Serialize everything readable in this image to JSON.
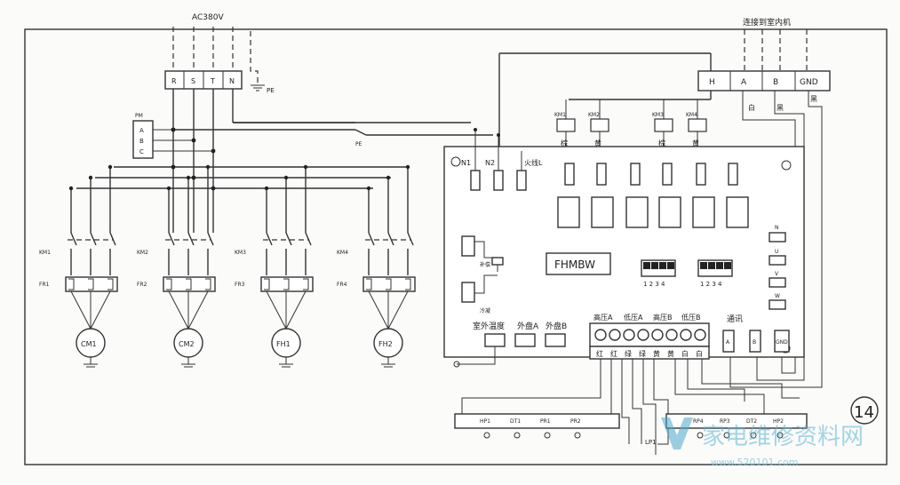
{
  "power": {
    "supply_label": "AC380V",
    "phases": [
      "R",
      "S",
      "T",
      "N"
    ],
    "pe_label": "PE",
    "phase_relay_label": "PM",
    "phase_relay_pins": [
      "A",
      "B",
      "C"
    ],
    "pe_breaker_label": "PE"
  },
  "connect_indoor_label": "连接到室内机",
  "comm_terminal": [
    "H",
    "A",
    "B",
    "GND"
  ],
  "comm_wire_colors": [
    "白",
    "黑",
    "黑"
  ],
  "contactors": [
    "KM1",
    "KM2",
    "KM3",
    "KM4"
  ],
  "contactor_wire_colors": [
    "棕",
    "黄",
    "棕",
    "黄"
  ],
  "overloads": [
    "FR1",
    "FR2",
    "FR3",
    "FR4"
  ],
  "motors": [
    "CM1",
    "CM2",
    "FH1",
    "FH2"
  ],
  "board": {
    "model": "FHMBW",
    "power_pins": [
      "N1",
      "N2",
      "火线L"
    ],
    "dip_numbers_1": "1 2 3 4",
    "dip_numbers_2": "1 2 3 4",
    "side_terminals": [
      "N",
      "U",
      "V",
      "W"
    ],
    "sensor_labels": [
      "室外温度",
      "外盘A",
      "外盘B"
    ],
    "pressure_labels": [
      "高压A",
      "低压A",
      "高压B",
      "低压B"
    ],
    "comm_label": "通讯",
    "comm_pins": [
      "A",
      "B",
      "GND"
    ],
    "pressure_wire_colors": [
      "红",
      "红",
      "绿",
      "绿",
      "黄",
      "黄",
      "白",
      "白"
    ],
    "left_component_labels": [
      "补偿",
      "冷凝"
    ]
  },
  "bottom_sensors_left": [
    "HP1",
    "DT1",
    "PR1",
    "PR2"
  ],
  "bottom_sensors_right": [
    "RP4",
    "RP3",
    "DT2",
    "HP2"
  ],
  "bottom_misc_label": "LP1",
  "page_number": "14",
  "watermark": {
    "site": "家电维修资料网",
    "url": "www.520101.com"
  }
}
